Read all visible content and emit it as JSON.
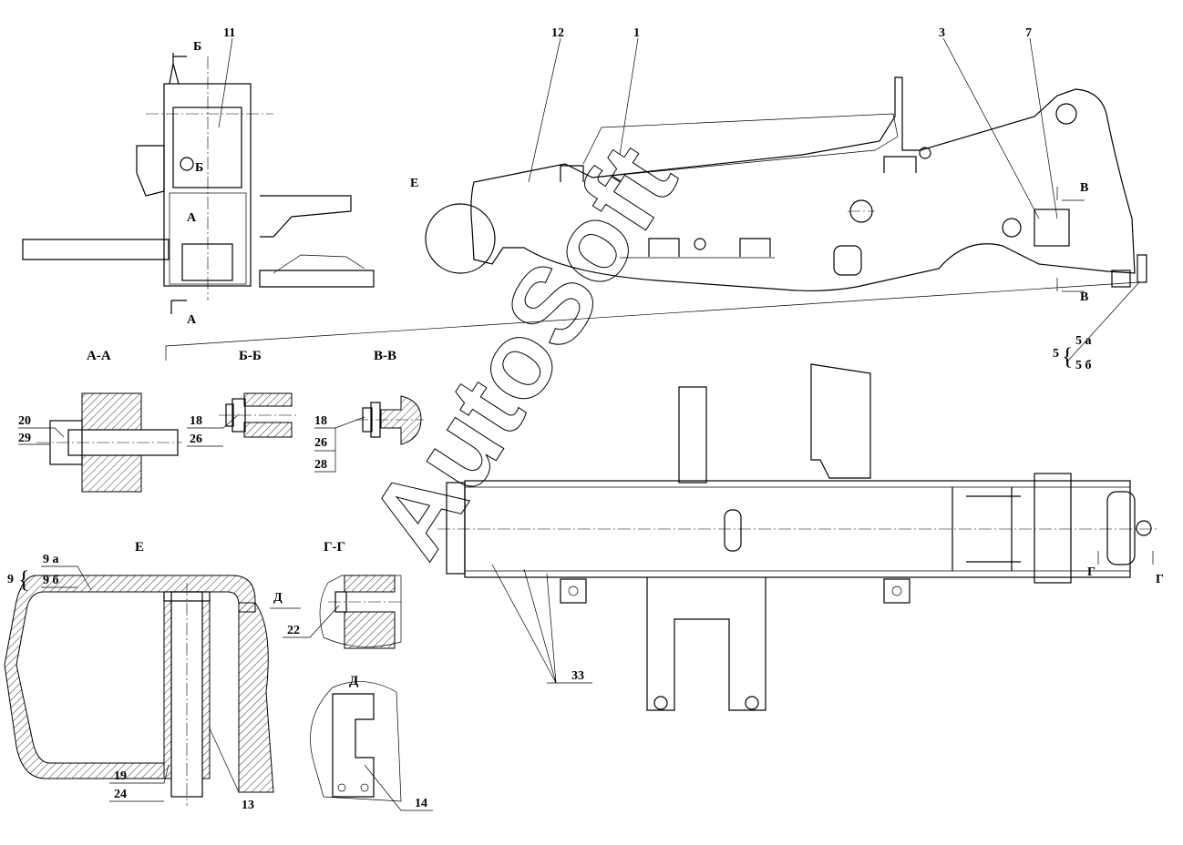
{
  "drawing": {
    "watermark": "AutoSoft",
    "section_titles": {
      "aa": "А-А",
      "bb": "Б-Б",
      "vv": "В-В",
      "gg": "Г-Г",
      "e": "Е",
      "d": "Д"
    },
    "view_marks": {
      "b_top": "Б",
      "b_mid": "Б",
      "a_mid": "А",
      "a_bot": "А",
      "e": "Е",
      "v_top": "В",
      "v_bot": "В",
      "g_left": "Г",
      "g_right": "Г",
      "d_arrow": "Д"
    },
    "positions": {
      "p11": "11",
      "p12": "12",
      "p1": "1",
      "p3": "3",
      "p7": "7",
      "p5": "5",
      "p5a": "5 а",
      "p5b": "5 б",
      "p20": "20",
      "p29": "29",
      "p18a": "18",
      "p26a": "26",
      "p18b": "18",
      "p26b": "26",
      "p28": "28",
      "p9": "9",
      "p9a": "9 а",
      "p9b": "9 б",
      "p22": "22",
      "p19": "19",
      "p24": "24",
      "p13": "13",
      "p14": "14",
      "p33": "33"
    }
  }
}
